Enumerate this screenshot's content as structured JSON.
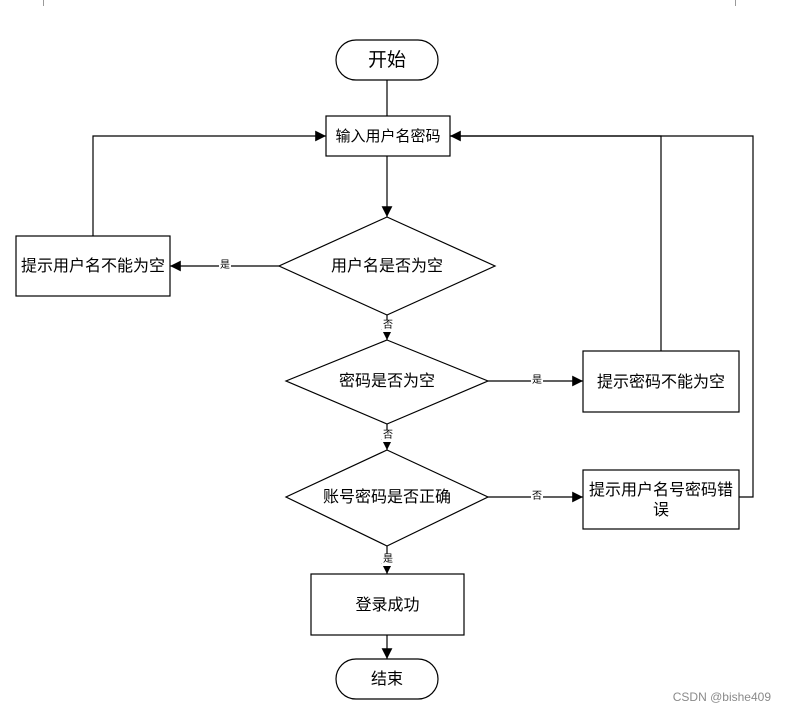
{
  "flowchart": {
    "start": "开始",
    "input": "输入用户名密码",
    "check_username": "用户名是否为空",
    "tip_username_empty": "提示用户名不能为空",
    "check_password": "密码是否为空",
    "tip_password_empty": "提示密码不能为空",
    "check_credentials": "账号密码是否正确",
    "tip_credentials_wrong": "提示用户名号密码错误",
    "login_success": "登录成功",
    "end": "结束"
  },
  "edge_labels": {
    "username_empty_yes": "是",
    "username_empty_no": "否",
    "password_empty_yes": "是",
    "password_empty_no": "否",
    "credentials_correct_no": "否",
    "credentials_correct_yes": "是"
  },
  "colors": {
    "stroke": "#000000",
    "fill": "#ffffff",
    "watermark": "#8a8a8a"
  },
  "watermark": "CSDN @bishe409"
}
